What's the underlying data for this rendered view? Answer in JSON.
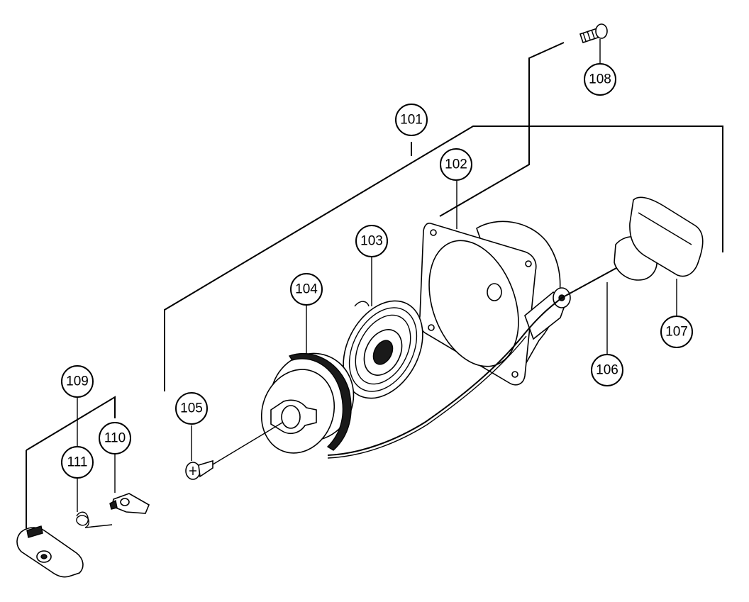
{
  "callouts": [
    {
      "id": "101",
      "label": "101"
    },
    {
      "id": "102",
      "label": "102"
    },
    {
      "id": "103",
      "label": "103"
    },
    {
      "id": "104",
      "label": "104"
    },
    {
      "id": "105",
      "label": "105"
    },
    {
      "id": "106",
      "label": "106"
    },
    {
      "id": "107",
      "label": "107"
    },
    {
      "id": "108",
      "label": "108"
    },
    {
      "id": "109",
      "label": "109"
    },
    {
      "id": "110",
      "label": "110"
    },
    {
      "id": "111",
      "label": "111"
    }
  ]
}
